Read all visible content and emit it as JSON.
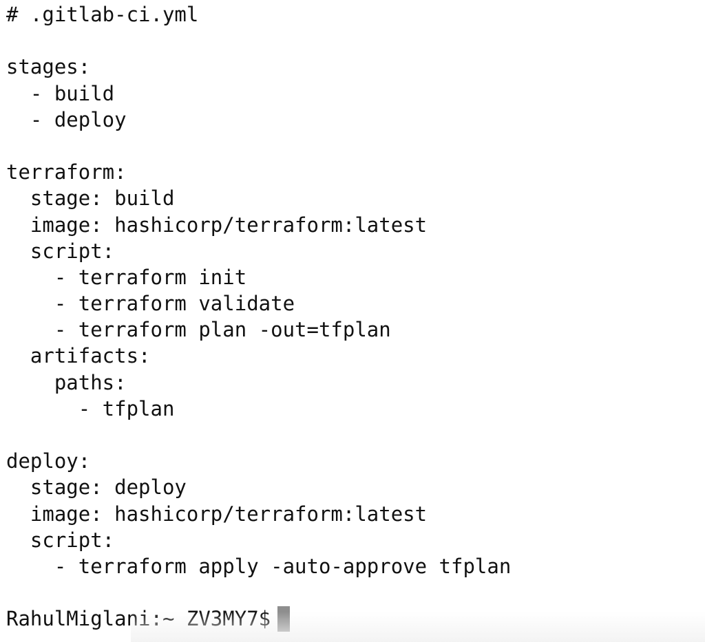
{
  "terminal": {
    "lines": [
      "# .gitlab-ci.yml",
      "",
      "stages:",
      "  - build",
      "  - deploy",
      "",
      "terraform:",
      "  stage: build",
      "  image: hashicorp/terraform:latest",
      "  script:",
      "    - terraform init",
      "    - terraform validate",
      "    - terraform plan -out=tfplan",
      "  artifacts:",
      "    paths:",
      "      - tfplan",
      "",
      "deploy:",
      "  stage: deploy",
      "  image: hashicorp/terraform:latest",
      "  script:",
      "    - terraform apply -auto-approve tfplan",
      ""
    ],
    "prompt": "RahulMiglani:~ ZV3MY7$",
    "cursor_color": "#8e8e8e",
    "background_color": "#ffffff",
    "text_color": "#111111"
  }
}
